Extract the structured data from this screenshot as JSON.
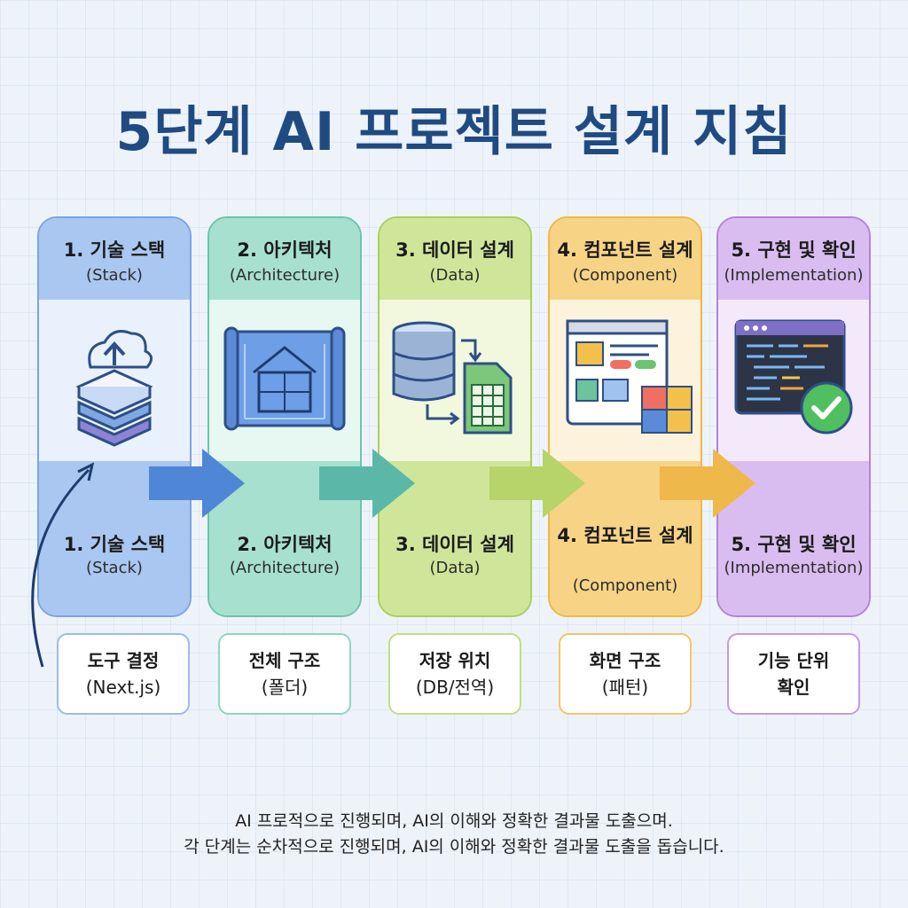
{
  "title": "5단계 AI 프로젝트 설계 지침",
  "steps": [
    {
      "title": "1. 기술 스택",
      "sub": "(Stack)",
      "bottom_title": "1. 기술 스택",
      "bottom_sub": "(Stack)",
      "note_line1": "도구 결정",
      "note_line2": "(Next.js)",
      "icon": "cloud-server-icon",
      "color": "#8fb4e6"
    },
    {
      "title": "2. 아키텍처",
      "sub": "(Architecture)",
      "bottom_title": "2. 아키텍처",
      "bottom_sub": "(Architecture)",
      "note_line1": "전체 구조",
      "note_line2": "(폴더)",
      "icon": "blueprint-house-icon",
      "color": "#7fcfb8"
    },
    {
      "title": "3. 데이터 설계",
      "sub": "(Data)",
      "bottom_title": "3. 데이터 설계",
      "bottom_sub": "(Data)",
      "note_line1": "저장 위치",
      "note_line2": "(DB/전역)",
      "icon": "database-spreadsheet-icon",
      "color": "#b8d86a"
    },
    {
      "title": "4. 컴포넌트 설계",
      "sub": "(Component)",
      "bottom_title": "4. 컴포넌트 설계",
      "bottom_sub": "(Component)",
      "note_line1": "화면 구조",
      "note_line2": "(패턴)",
      "icon": "ui-puzzle-icon",
      "color": "#f2c15a"
    },
    {
      "title": "5. 구현 및 확인",
      "sub": "(Implementation)",
      "bottom_title": "5. 구현 및 확인",
      "bottom_sub": "(Implementation)",
      "note_line1": "기능 단위",
      "note_line2": "확인",
      "icon": "code-check-icon",
      "color": "#c69ae0"
    }
  ],
  "footer": {
    "line1": "AI 프로적으로 진행되며, AI의 이해와 정확한 결과물 도출으며.",
    "line2": "각 단계는 순차적으로 진행되며, AI의 이해와 정확한 결과물 도출을 돕습니다."
  }
}
